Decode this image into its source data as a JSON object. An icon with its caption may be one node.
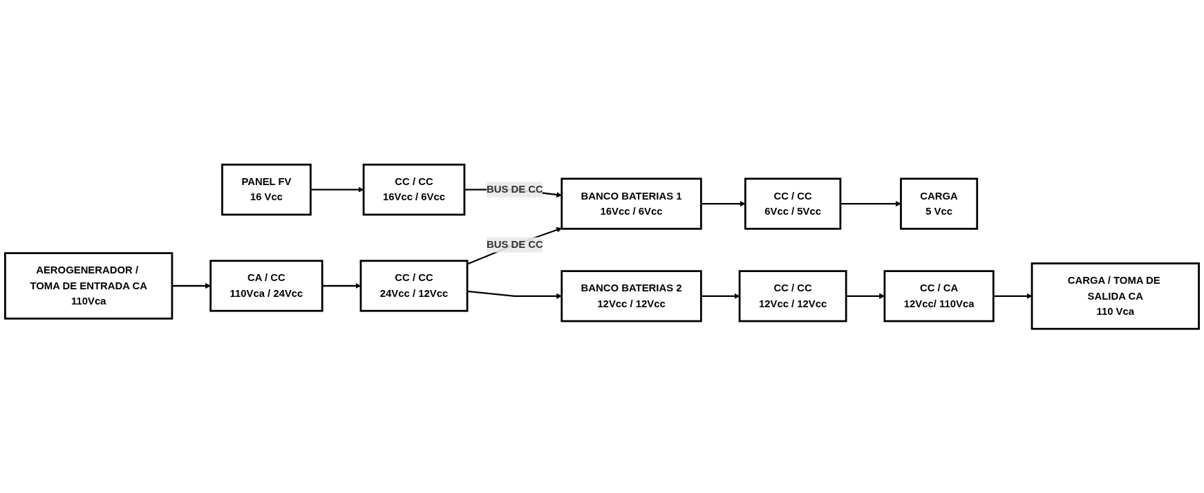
{
  "diagram": {
    "nodes": [
      {
        "text": [
          "PANEL FV",
          "16 Vcc"
        ]
      },
      {
        "text": [
          "CC / CC",
          "16Vcc / 6Vcc"
        ]
      },
      {
        "text": [
          "BANCO BATERIAS 1",
          "16Vcc / 6Vcc"
        ]
      },
      {
        "text": [
          "CC / CC",
          "6Vcc / 5Vcc"
        ]
      },
      {
        "text": [
          "CARGA",
          "5 Vcc"
        ]
      },
      {
        "text": [
          "AEROGENERADOR / TOMA DE ENTRADA CA",
          "110Vca"
        ]
      },
      {
        "text": [
          "CA / CC",
          "110Vca / 24Vcc"
        ]
      },
      {
        "text": [
          "CC / CC",
          "24Vcc / 12Vcc"
        ]
      },
      {
        "text": [
          "BANCO BATERIAS 2",
          "12Vcc / 12Vcc"
        ]
      },
      {
        "text": [
          "CC / CC",
          "12Vcc / 12Vcc"
        ]
      },
      {
        "text": [
          "CC / CA",
          "12Vcc/ 110Vca"
        ]
      },
      {
        "text": [
          "CARGA / TOMA DE SALIDA CA",
          "110 Vca"
        ]
      }
    ],
    "edges": [
      {
        "from": 0,
        "to": 1,
        "arrow": "to"
      },
      {
        "from": 1,
        "to": 2,
        "arrow": "to",
        "label": "BUS DE CC"
      },
      {
        "from": 7,
        "to": 2,
        "arrow": "to",
        "label": "BUS DE CC"
      },
      {
        "from": 2,
        "to": 3,
        "arrow": "to"
      },
      {
        "from": 3,
        "to": 4,
        "arrow": "to"
      },
      {
        "from": 5,
        "to": 6,
        "arrow": "to"
      },
      {
        "from": 6,
        "to": 7,
        "arrow": "to"
      },
      {
        "from": 7,
        "to": 8,
        "arrow": "to"
      },
      {
        "from": 8,
        "to": 9,
        "arrow": "to"
      },
      {
        "from": 9,
        "to": 10,
        "arrow": "to"
      },
      {
        "from": 10,
        "to": 11,
        "arrow": "to"
      }
    ]
  }
}
